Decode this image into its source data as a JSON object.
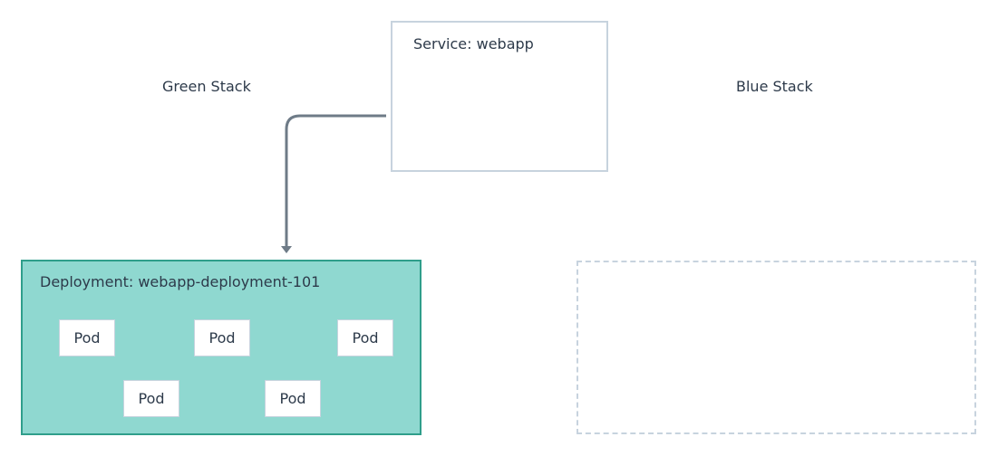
{
  "labels": {
    "green_stack": "Green Stack",
    "blue_stack": "Blue Stack"
  },
  "service": {
    "title": "Service: webapp"
  },
  "deployment": {
    "title": "Deployment: webapp-deployment-101",
    "pods": [
      "Pod",
      "Pod",
      "Pod",
      "Pod",
      "Pod"
    ]
  },
  "colors": {
    "deployment_fill": "#8fd8d0",
    "deployment_border": "#2f9e8b",
    "service_border": "#c7d3de",
    "connector": "#6e7b87",
    "text": "#2d3a4a"
  }
}
